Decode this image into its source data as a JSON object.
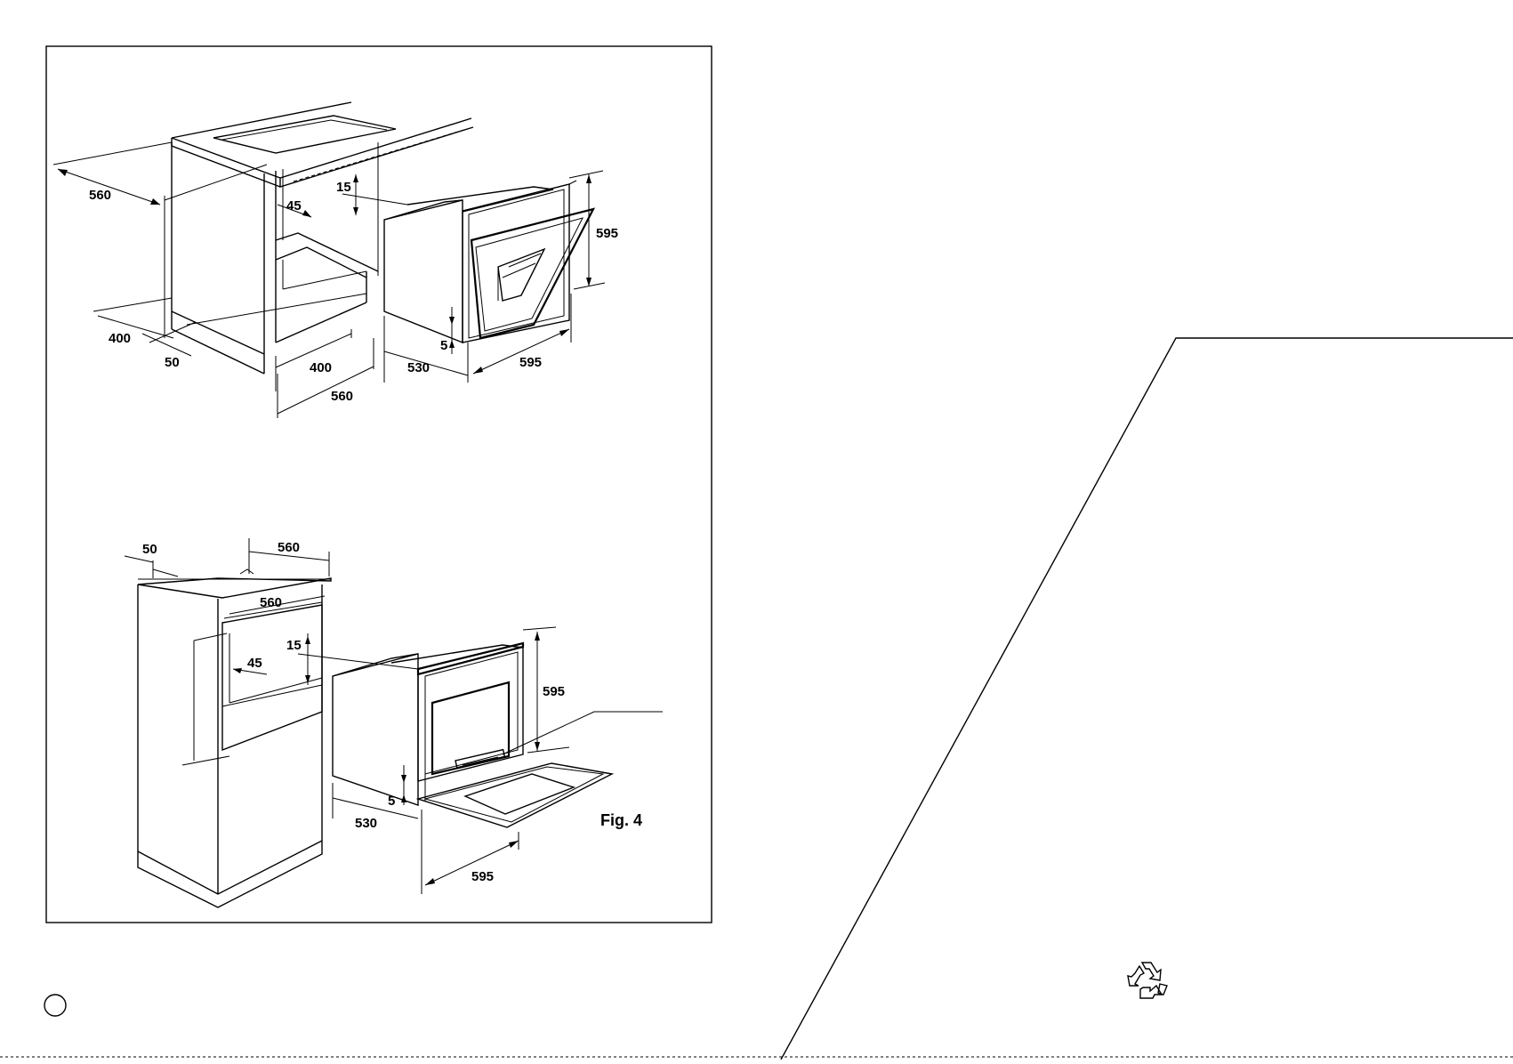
{
  "figure": {
    "label": "Fig. 4",
    "top_diagram": {
      "dims": {
        "cabinet_depth": "560",
        "gap_top": "15",
        "vent_45": "45",
        "oven_height": "595",
        "plinth_depth": "400",
        "plinth_height": "50",
        "niche_400": "400",
        "niche_560": "560",
        "oven_depth": "530",
        "oven_width": "595",
        "gap_bottom": "5"
      }
    },
    "bottom_diagram": {
      "dims": {
        "side_50": "50",
        "top_width": "560",
        "niche_width": "560",
        "gap_top": "15",
        "vent_45": "45",
        "oven_height": "595",
        "gap_bottom": "5",
        "oven_depth": "530",
        "oven_width": "595"
      }
    }
  },
  "icons": {
    "recycle": "recycle-icon",
    "language_circle": "language-circle-icon"
  }
}
